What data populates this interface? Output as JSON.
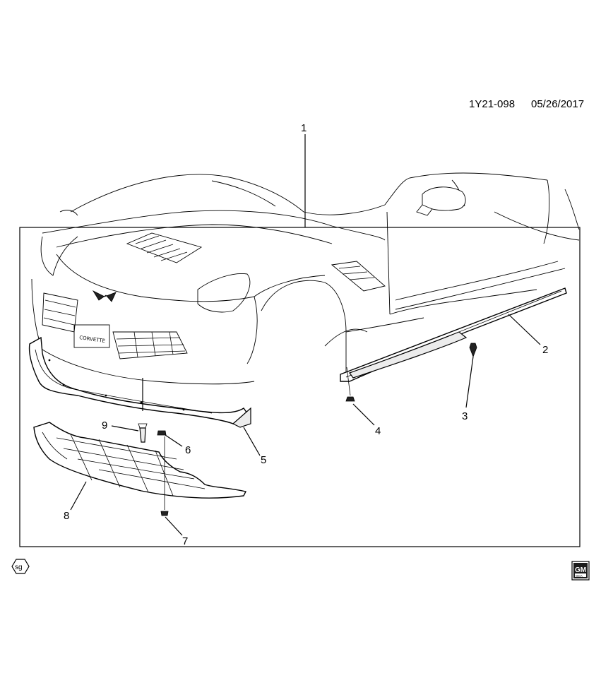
{
  "header": {
    "diagram_id": "1Y21-098",
    "date": "05/26/2017"
  },
  "callouts": [
    "1",
    "2",
    "3",
    "4",
    "5",
    "6",
    "7",
    "8",
    "9"
  ],
  "badges": {
    "sg": "sg",
    "gm_top": "GM",
    "gm_bottom": "GCA"
  }
}
